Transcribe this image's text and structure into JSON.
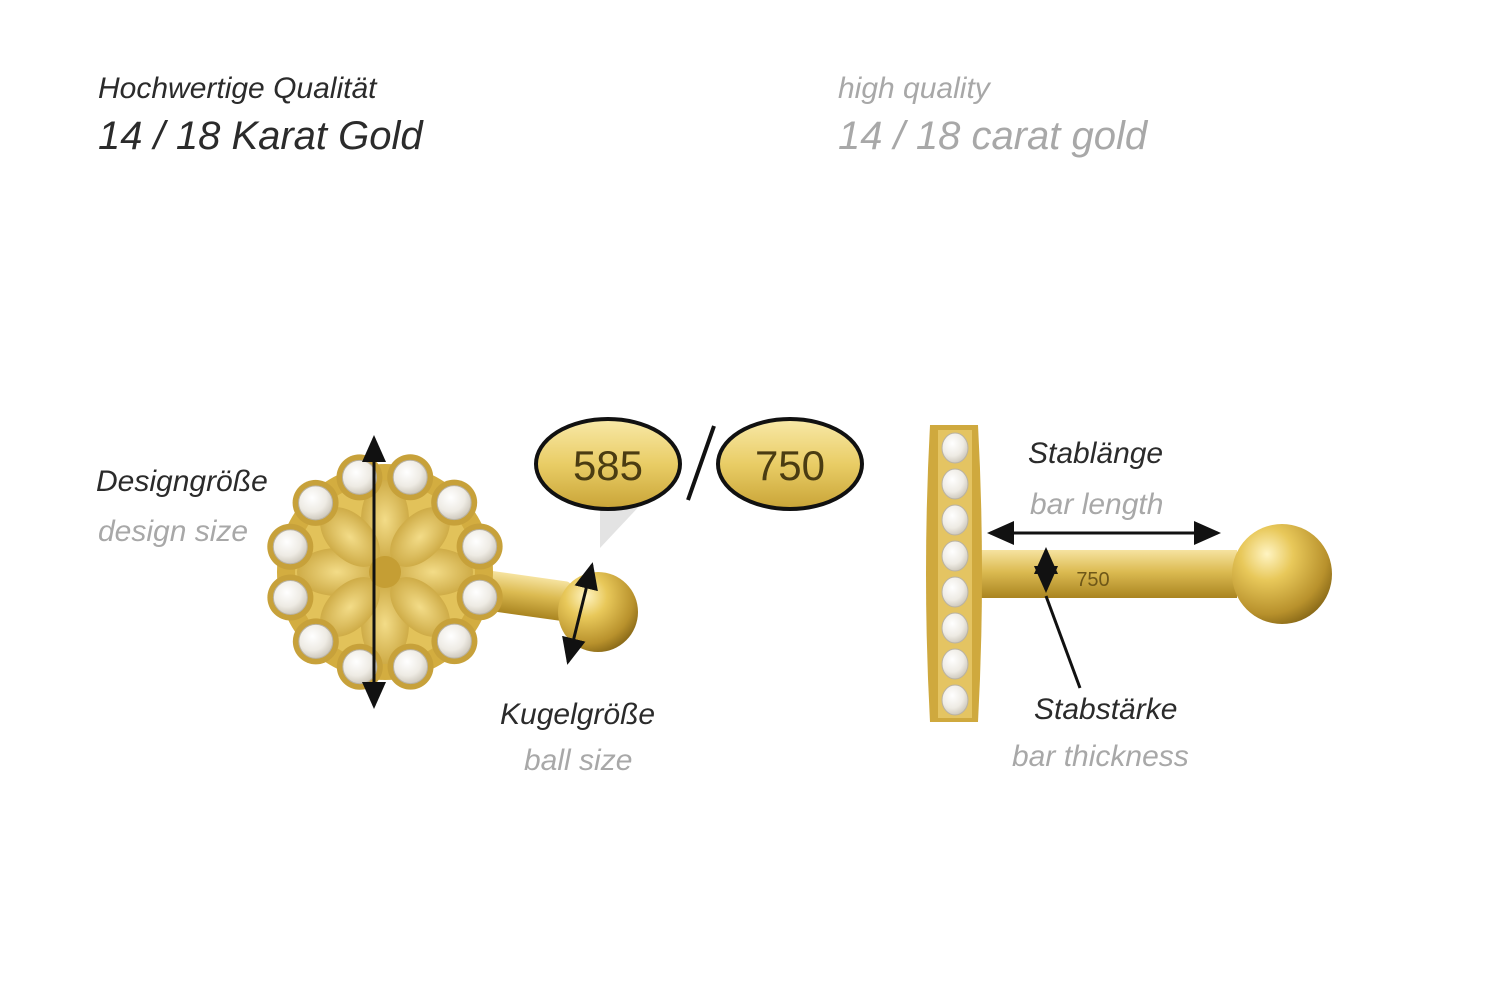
{
  "header": {
    "de_line1": "Hochwertige Qualität",
    "de_line2": "14 / 18 Karat Gold",
    "en_line1": "high quality",
    "en_line2": "14 / 18 carat gold"
  },
  "stamps": {
    "left": "585",
    "right": "750",
    "separator": "/"
  },
  "labels": {
    "design_size_de": "Designgröße",
    "design_size_en": "design size",
    "ball_size_de": "Kugelgröße",
    "ball_size_en": "ball size",
    "bar_length_de": "Stablänge",
    "bar_length_en": "bar length",
    "bar_thickness_de": "Stabstärke",
    "bar_thickness_en": "bar thickness",
    "bar_engraving": "750"
  },
  "colors": {
    "gold": "#d9b84a",
    "gold_dark": "#9c7a1e",
    "gold_light": "#f6e6a0",
    "stone": "#f4f2ee",
    "text_dark": "#2b2b2b",
    "text_light": "#a8a8a8"
  }
}
